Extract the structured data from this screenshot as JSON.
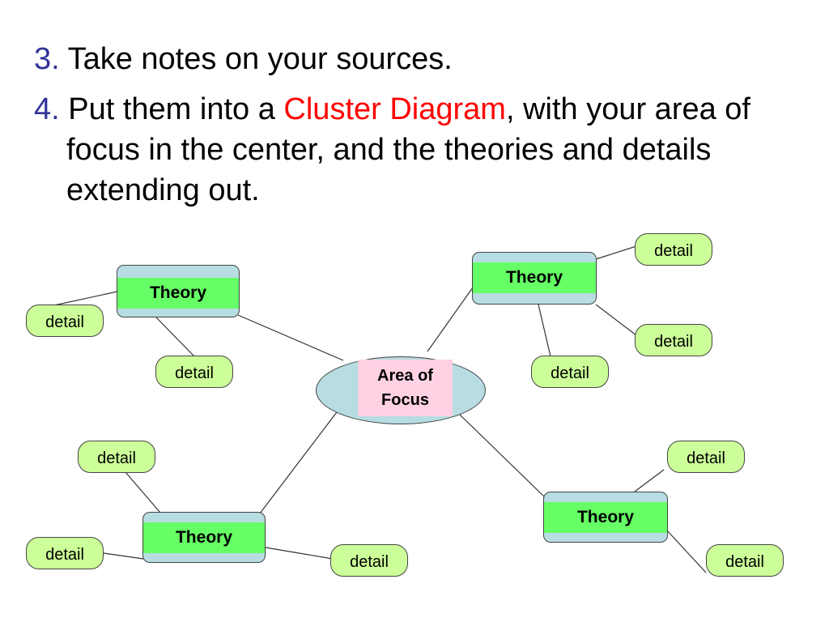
{
  "text": {
    "item3": {
      "number": "3.",
      "text": "Take notes on your sources."
    },
    "item4": {
      "number": "4.",
      "before": "Put them into a ",
      "highlight": "Cluster Diagram",
      "after": ", with your area of focus in the center, and the theories and details extending out."
    }
  },
  "diagram": {
    "center": {
      "line1": "Area of",
      "line2": "Focus"
    },
    "theories": [
      "Theory",
      "Theory",
      "Theory",
      "Theory"
    ],
    "details": [
      "detail",
      "detail",
      "detail",
      "detail",
      "detail",
      "detail",
      "detail",
      "detail",
      "detail",
      "detail"
    ]
  },
  "colors": {
    "number": "#333399",
    "highlight": "#ff0000",
    "theory_bar": "#66ff66",
    "node_blue": "#b7dde3",
    "detail_fill": "#ccff99",
    "focus_label": "#ffd1e3"
  }
}
